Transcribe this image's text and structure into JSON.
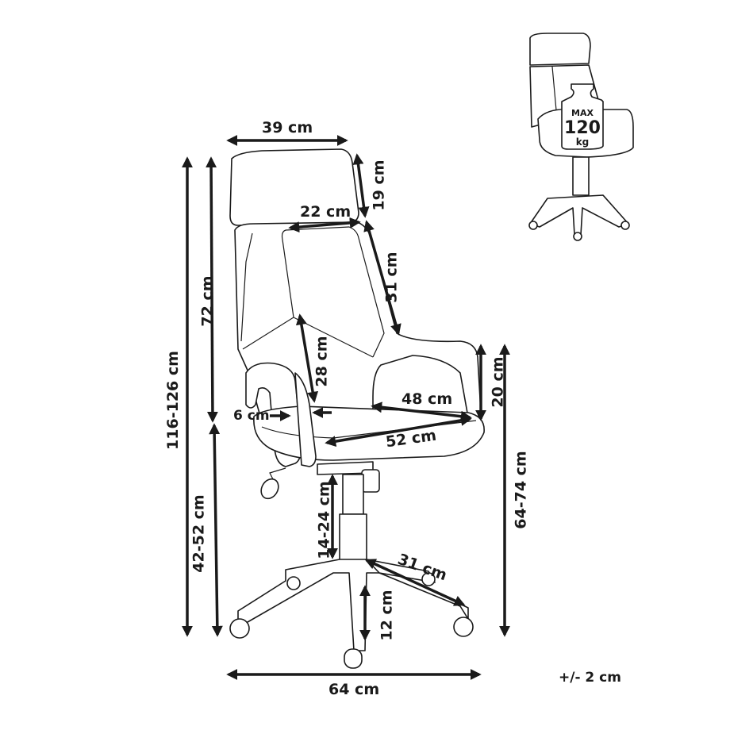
{
  "diagram": {
    "subject": "office-chair-dimensions",
    "line_color": "#1a1a1a",
    "background": "#ffffff"
  },
  "dimensions": {
    "headrest_width": "39 cm",
    "headrest_height": "19 cm",
    "backrest_top_width": "22 cm",
    "backrest_side_length": "31 cm",
    "backrest_height": "72 cm",
    "total_height": "116-126 cm",
    "lumbar_height": "28 cm",
    "armrest_height": "20 cm",
    "armrest_width": "6 cm",
    "seat_width": "48 cm",
    "seat_depth": "52 cm",
    "seat_height": "42-52 cm",
    "armrest_floor_height": "64-74 cm",
    "gas_lift_range": "14-24 cm",
    "base_leg_length": "31 cm",
    "base_height": "12 cm",
    "base_width": "64 cm"
  },
  "tolerance": "+/- 2 cm",
  "max_load": {
    "line1": "MAX",
    "line2": "120",
    "line3": "kg"
  }
}
